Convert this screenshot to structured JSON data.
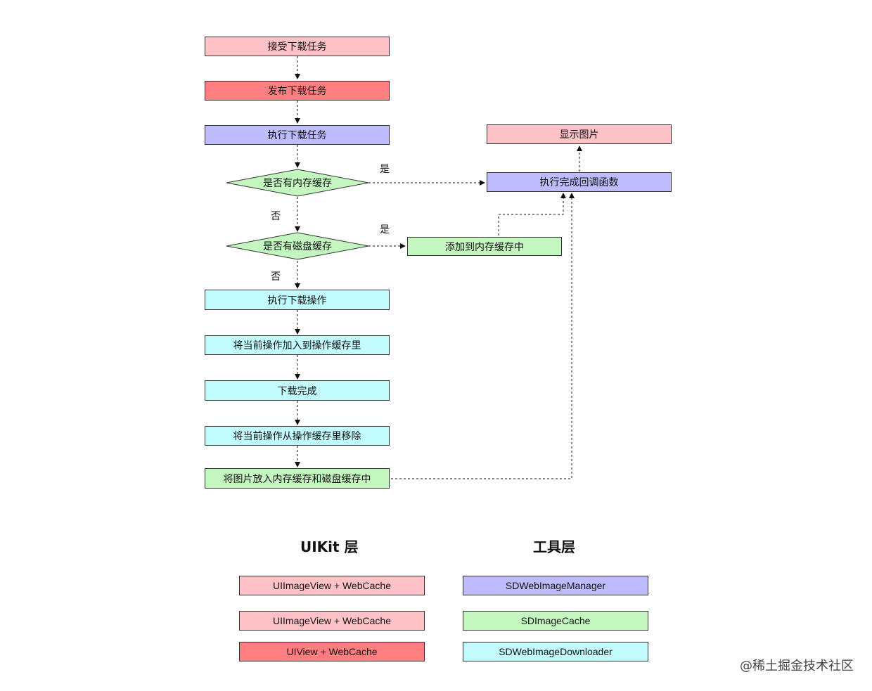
{
  "flow": {
    "accept": "接受下载任务",
    "publish": "发布下载任务",
    "execute": "执行下载任务",
    "memory_check": "是否有内存缓存",
    "disk_check": "是否有磁盘缓存",
    "download_op": "执行下载操作",
    "add_op_cache": "将当前操作加入到操作缓存里",
    "download_done": "下载完成",
    "remove_op_cache": "将当前操作从操作缓存里移除",
    "store_cache": "将图片放入内存缓存和磁盘缓存中",
    "show_image": "显示图片",
    "callback": "执行完成回调函数",
    "add_memory": "添加到内存缓存中"
  },
  "edge_labels": {
    "yes_memory": "是",
    "no_memory": "否",
    "yes_disk": "是",
    "no_disk": "否"
  },
  "legend": {
    "uikit_title": "UIKit 层",
    "tool_title": "工具层",
    "uikit_items": [
      "UIImageView + WebCache",
      "UIImageView + WebCache",
      "UIView + WebCache"
    ],
    "tool_items": [
      "SDWebImageManager",
      "SDImageCache",
      "SDWebImageDownloader"
    ]
  },
  "watermark": "@稀土掘金技术社区",
  "colors": {
    "pink": "#ffc2c6",
    "red": "#ff7f81",
    "purple": "#bcbcff",
    "green": "#c4f7c0",
    "cyan": "#c1fbfe"
  }
}
